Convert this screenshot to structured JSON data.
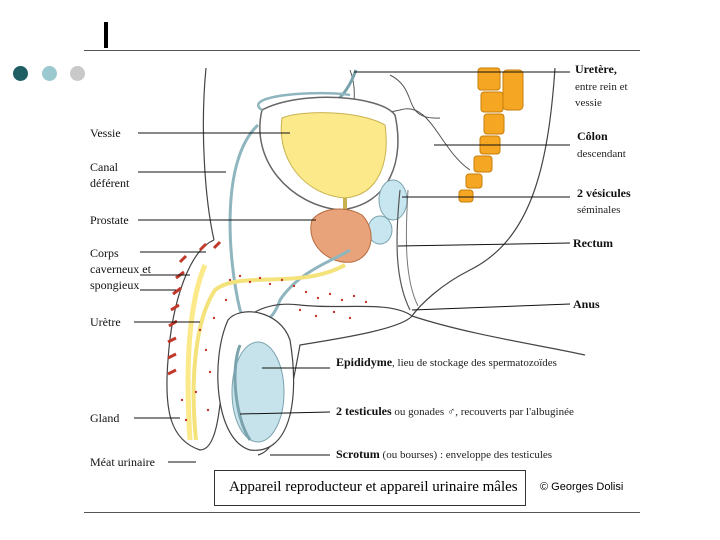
{
  "colors": {
    "dot1": "#1f5f63",
    "dot2": "#9cc9d0",
    "dot3": "#c9c9c9",
    "bladder": "#fbe98a",
    "spine": "#f5a623",
    "prostate": "#e9a37a",
    "vesicles": "#c8e6ef",
    "testis": "#c6e3ec",
    "red_dots": "#c0392b",
    "outline": "#444444"
  },
  "labels_left": {
    "vessie": "Vessie",
    "canal_1": "Canal",
    "canal_2": "déférent",
    "prostate": "Prostate",
    "corps_1": "Corps",
    "corps_2": "caverneux et",
    "corps_3": "spongieux",
    "uretre": "Urètre",
    "gland": "Gland",
    "meat": "Méat urinaire"
  },
  "labels_right": {
    "uretere": "Uretère,",
    "uretere_sub1": "entre rein et",
    "uretere_sub2": "vessie",
    "colon": "Côlon",
    "colon_sub": "descendant",
    "vesicules": "2 vésicules",
    "vesicules_sub": "séminales",
    "rectum": "Rectum",
    "anus": "Anus"
  },
  "labels_bottom": {
    "epididyme_bold": "Epididyme",
    "epididyme_rest": ", lieu de stockage des spermatozoïdes",
    "testicules_bold": "2 testicules",
    "testicules_rest": " ou gonades ♂, recouverts par l'albuginée",
    "scrotum_bold": "Scrotum",
    "scrotum_rest": " (ou bourses) : enveloppe des testicules"
  },
  "caption": "Appareil reproducteur et appareil urinaire mâles",
  "copyright": "© Georges Dolisi"
}
